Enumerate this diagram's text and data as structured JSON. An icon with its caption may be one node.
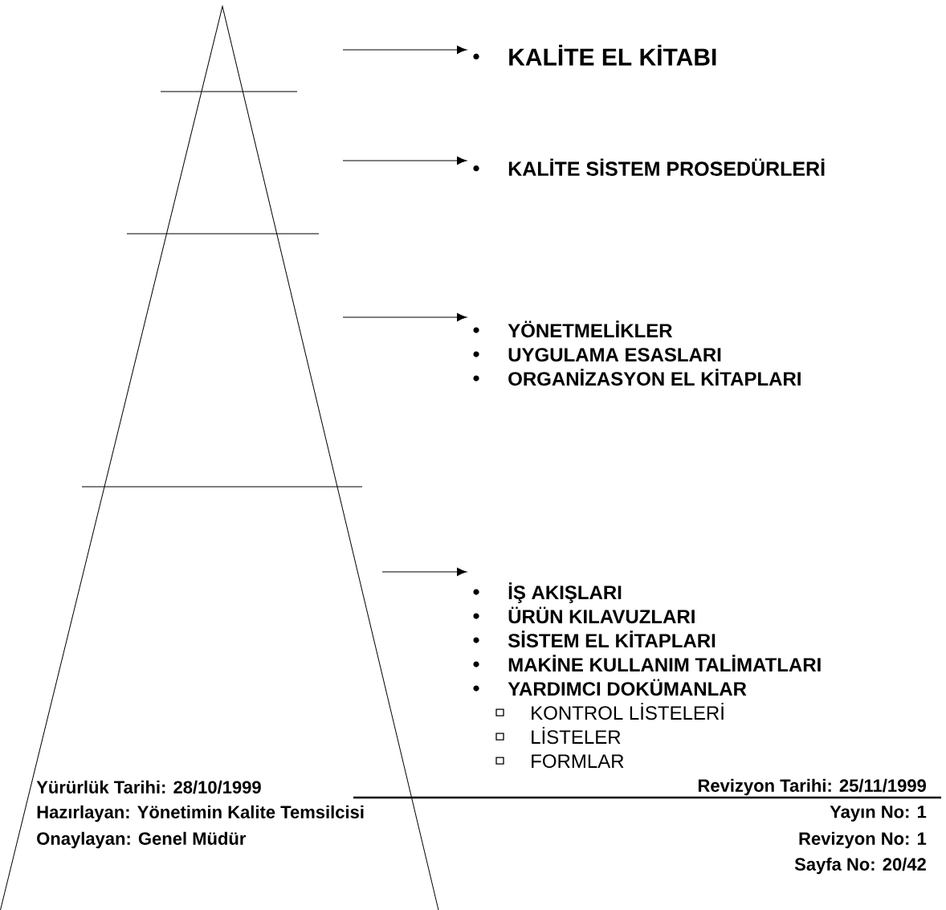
{
  "diagram": {
    "nodes": [
      {
        "text": [
          "KALİTE EL KİTABI"
        ]
      },
      {
        "text": [
          "KALİTE SİSTEM PROSEDÜRLERİ"
        ]
      },
      {
        "text": [
          "YÖNETMELİKLER",
          "UYGULAMA ESASLARI",
          "ORGANİZASYON EL KİTAPLARI"
        ]
      },
      {
        "text": [
          "İŞ AKIŞLARI",
          "ÜRÜN KILAVUZLARI",
          "SİSTEM EL KİTAPLARI",
          "MAKİNE KULLANIM TALİMATLARI",
          "YARDIMCI DOKÜMANLAR",
          "KONTROL LİSTELERİ",
          "LİSTELER",
          "FORMLAR"
        ]
      }
    ],
    "edges": [
      {
        "from": null,
        "to": 0,
        "arrow": "to"
      },
      {
        "from": null,
        "to": 1,
        "arrow": "to"
      },
      {
        "from": null,
        "to": 2,
        "arrow": "to"
      },
      {
        "from": null,
        "to": 3,
        "arrow": "to"
      }
    ],
    "labels": [
      "Yürürlük Tarihi: 28/10/1999",
      "Revizyon Tarihi: 25/11/1999",
      "Hazırlayan: Yönetimin Kalite Temsilcisi",
      "Yayın No: 1",
      "Onaylayan: Genel Müdür",
      "Revizyon No: 1",
      "Sayfa No: 20/42"
    ]
  }
}
